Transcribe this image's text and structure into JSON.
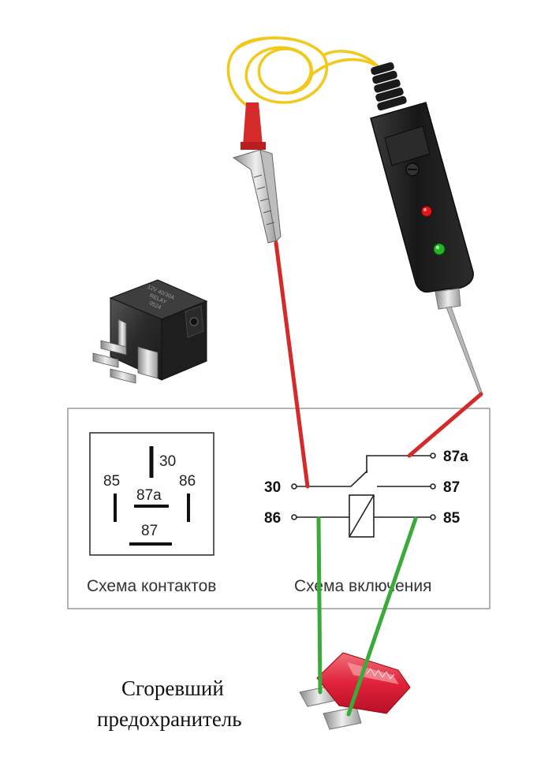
{
  "contact_scheme": {
    "caption": "Схема контактов",
    "pins": {
      "p30": "30",
      "p85": "85",
      "p86": "86",
      "p87a": "87a",
      "p87": "87"
    }
  },
  "wiring_scheme": {
    "caption": "Схема включения",
    "terminals": {
      "t87a": "87a",
      "t30": "30",
      "t87": "87",
      "t86": "86",
      "t85": "85"
    }
  },
  "fuse": {
    "label_line1": "Сгоревший",
    "label_line2": "предохранитель"
  },
  "relay_photo": {
    "marking": [
      "12V 40/30A",
      "RELAY",
      "0524"
    ]
  },
  "colors": {
    "probe_wire": "#d42a2a",
    "fuse_wire": "#3aaa3a",
    "clip_cable": "#f2c81a",
    "tester_body": "#222222",
    "fuse_body": "#e0223a"
  }
}
